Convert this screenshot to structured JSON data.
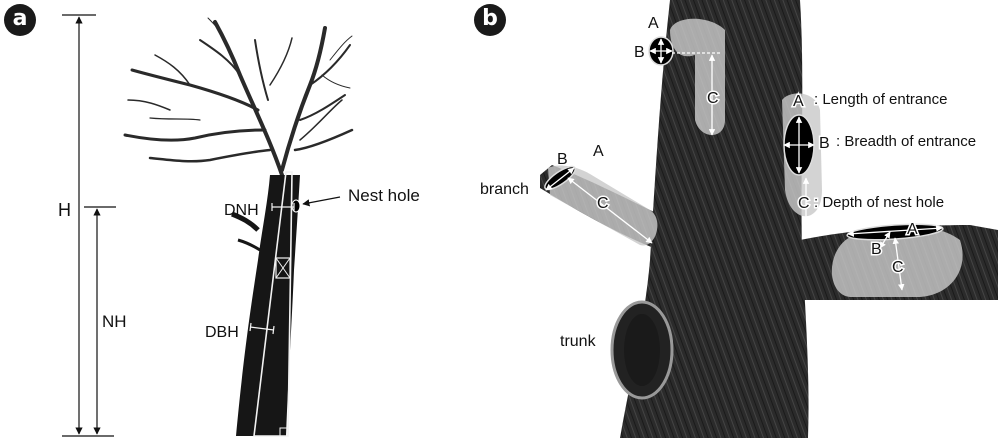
{
  "panel_a": {
    "badge": "a",
    "labels": {
      "h": "H",
      "nh": "NH",
      "dnh": "DNH",
      "dbh": "DBH",
      "nest_hole": "Nest hole"
    }
  },
  "panel_b": {
    "badge": "b",
    "labels": {
      "a": "A",
      "b": "B",
      "c": "C",
      "branch": "branch",
      "trunk": "trunk",
      "length_of_entrance": ": Length of entrance",
      "breadth_of_entrance": ": Breadth of entrance",
      "depth_of_nest_hole": ": Depth of nest hole"
    }
  }
}
